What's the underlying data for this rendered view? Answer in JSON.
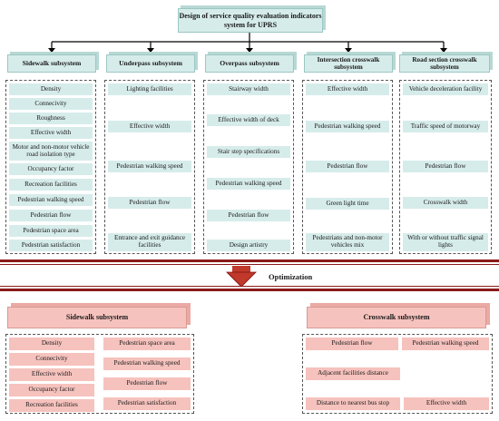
{
  "title": "Design of service quality evaluation indicators system for  UPRS",
  "subsystems": [
    {
      "name": "Sidewalk subsystem",
      "items": [
        "Density",
        "Connecivity",
        "Roughness",
        "Effective width",
        "Motor and non-motor vehicle road isolation type",
        "Occupancy factor",
        "Recreation facilities",
        "Pedestrian walking speed",
        "Pedestrian flow",
        "Pedestrian space area",
        "Pedestrian satisfaction"
      ]
    },
    {
      "name": "Underpass subsystem",
      "items": [
        "Lighting facilities",
        "Effective width",
        "Pedestrian walking speed",
        "Pedestrian flow",
        "Entrance and exit guidance facilities"
      ]
    },
    {
      "name": "Overpass subsystem",
      "items": [
        "Stairway width",
        "Effective width of deck",
        "Stair step specifications",
        "Pedestrian walking speed",
        "Pedestrian flow",
        "Design artistry"
      ]
    },
    {
      "name": "Intersection crosswalk subsystem",
      "items": [
        "Effective width",
        "Pedestrian walking speed",
        "Pedestrian flow",
        "Green light time",
        "Pedestrians and non-motor vehicles mix"
      ]
    },
    {
      "name": "Road section crosswalk subsystem",
      "items": [
        "Vehicle deceleration facility",
        "Traffic speed of motorway",
        "Pedestrian flow",
        "Crosswalk width",
        "With or without traffic signal lights"
      ]
    }
  ],
  "optimization_label": "Optimization",
  "optimized": {
    "sidewalk": {
      "name": "Sidewalk subsystem",
      "left": [
        "Density",
        "Connecivity",
        "Effective width",
        "Occupancy factor",
        "Recreation facilities"
      ],
      "right": [
        "Pedestrian space area",
        "Pedestrian walking speed",
        "Pedestrian flow",
        "Pedestrian satisfaction"
      ]
    },
    "crosswalk": {
      "name": "Crosswalk subsystem",
      "items": [
        "Pedestrian flow",
        "Pedestrian walking speed",
        "Adjacent facilities distance",
        "Distance to nearest bus stop",
        "Effective width"
      ]
    }
  },
  "colors": {
    "teal": "#d6ecea",
    "pink": "#f6c2bd",
    "band": "#8b1a1a",
    "arrow": "#c0392b"
  }
}
